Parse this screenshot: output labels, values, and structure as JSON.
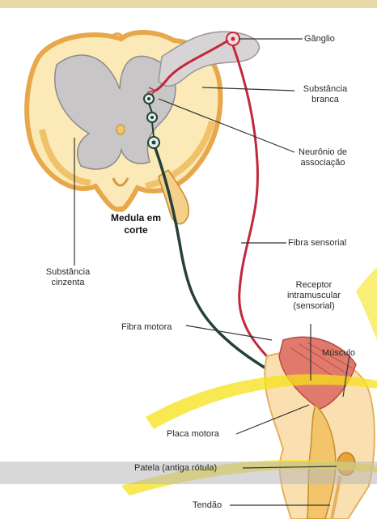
{
  "labels": {
    "ganglio": "Gânglio",
    "substancia_branca": "Substância branca",
    "neuronio_associacao": "Neurônio de associação",
    "medula_em_corte": "Medula em corte",
    "fibra_sensorial": "Fibra sensorial",
    "substancia_cinzenta": "Substância cinzenta",
    "receptor": "Receptor intramuscular (sensorial)",
    "musculo": "Músculo",
    "fibra_motora": "Fibra motora",
    "placa_motora": "Placa motora",
    "patela": "Patela (antiga rótula)",
    "tendao": "Tendão"
  },
  "colors": {
    "header_bar": "#e8d9a8",
    "white_matter": "#fbe9b8",
    "white_matter_rim": "#e6a84a",
    "gray_matter": "#c9c6c8",
    "sensory_fiber": "#c2283a",
    "motor_fiber": "#24403a",
    "muscle": "#e07a6c",
    "bone": "#f2c56b",
    "watermark": "#f5e21a"
  }
}
